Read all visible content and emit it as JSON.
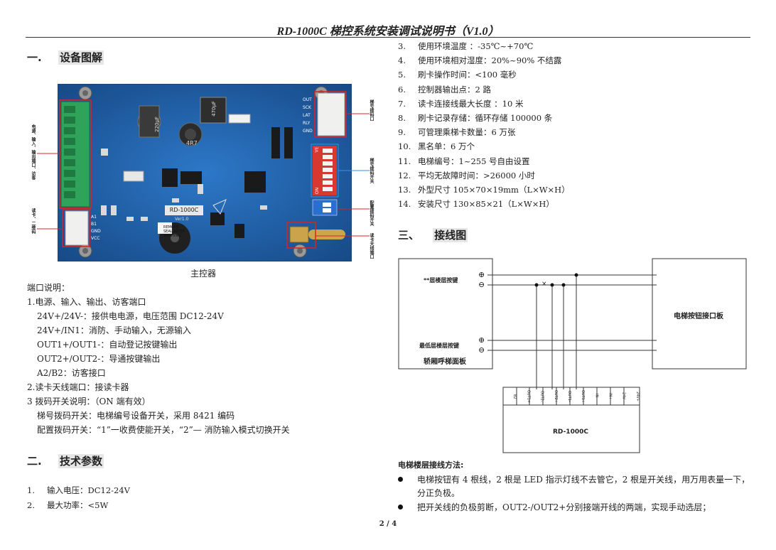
{
  "header": {
    "title": "RD-1000C 梯控系统安装调试说明书（V1.0）"
  },
  "section1": {
    "num": "一.",
    "title": "设备图解",
    "caption": "主控器",
    "photo_labels": {
      "left_top": "电源、输入、输出端口、访客",
      "left_bottom": "读卡、二维码",
      "right_top": "梯号拨码口",
      "right_mid": "梯号拨码开关",
      "right_low": "配置拨码开关",
      "right_bottom": "读卡天线端口"
    },
    "board": {
      "board_label": "RD-1000C",
      "board_ver": "Ver1.0",
      "left_pins": [
        "A1",
        "B1",
        "GND",
        "VCC"
      ],
      "right_pins": [
        "OUT",
        "SCK",
        "LAT",
        "RLY",
        "GND"
      ],
      "buzzer": "REMOVE SEAL AFTER WASHING",
      "cap_a": "220μF",
      "cap_b": "470μF",
      "inductor": "4R7",
      "dip_top": "ON",
      "dip_side": "VE"
    },
    "port_desc_title": "端口说明：",
    "items": [
      {
        "text": "1.电源、输入、输出、访客端口",
        "indent": false
      },
      {
        "text": "24V+/24V-：接供电电源，电压范围 DC12-24V",
        "indent": true
      },
      {
        "text": "24V+/IN1：消防、手动输入，无源输入",
        "indent": true
      },
      {
        "text": "OUT1+/OUT1-：自动登记按键输出",
        "indent": true
      },
      {
        "text": "OUT2+/OUT2-：导通按键输出",
        "indent": true
      },
      {
        "text": "A2/B2：访客接口",
        "indent": true
      },
      {
        "text": "2.读卡天线端口：接读卡器",
        "indent": false
      },
      {
        "text": "3 拨码开关说明：（ON 端有效）",
        "indent": false
      },
      {
        "text": "梯号拨码开关：电梯编号设备开关，采用 8421 编码",
        "indent": true
      },
      {
        "text": "配置拨码开关：“1”一收费使能开关，“2”— 消防输入模式切换开关",
        "indent": true
      }
    ]
  },
  "section2": {
    "num": "二.",
    "title": "技术参数",
    "specs": [
      {
        "n": "1.",
        "text": "输入电压：DC12-24V"
      },
      {
        "n": "2.",
        "text": "最大功率：<5W"
      }
    ]
  },
  "specs_right": [
    {
      "n": "3.",
      "text": "使用环境温度  ：-35℃~+70℃"
    },
    {
      "n": "4.",
      "text": "使用环境相对湿度：20%~90% 不结露"
    },
    {
      "n": "5.",
      "text": "刷卡操作时间：<100 毫秒"
    },
    {
      "n": "6.",
      "text": "控制器输出点：2 路"
    },
    {
      "n": "7.",
      "text": "读卡连接线最大长度  ：10 米"
    },
    {
      "n": "8.",
      "text": "刷卡记录存储：循环存储 100000 条"
    },
    {
      "n": "9.",
      "text": "可管理乘梯卡数量：6 万张"
    },
    {
      "n": "10.",
      "text": "黑名单：6 万个"
    },
    {
      "n": "11.",
      "text": "电梯编号：1~255 号自由设置"
    },
    {
      "n": "12.",
      "text": "平均无故障时间：>26000 小时"
    },
    {
      "n": "13.",
      "text": "外型尺寸     105×70×19mm（L×W×H）"
    },
    {
      "n": "14.",
      "text": "安装尺寸     130×85×21（L×W×H）"
    }
  ],
  "section3": {
    "num": "三、",
    "title": "接线图",
    "diagram": {
      "left_top_label": "**层楼层按键",
      "left_bottom_label": "最低层楼层按键",
      "left_panel_label": "轿厢呼梯面板",
      "right_panel_label": "电梯按钮接口板",
      "controller_label": "RD-1000C",
      "plus": "⊕",
      "minus": "⊖",
      "cross": "×",
      "pins": [
        "B2",
        "OUT1+",
        "OUT2-",
        "OUT2+",
        "OUT1-",
        "OUT1+",
        "IN-",
        "IN+",
        "24V-",
        "24V+"
      ]
    },
    "method_title": "电梯楼层接线方法:",
    "bullets": [
      "电梯按钮有 4 根线，2 根是 LED 指示灯线不去管它，2 根是开关线，用万用表量一下，分正负极。",
      "把开关线的负极剪断，OUT2-/OUT2+分别接端开线的两端，实现手动选层；"
    ]
  },
  "footer": {
    "page": "2 / 4"
  }
}
